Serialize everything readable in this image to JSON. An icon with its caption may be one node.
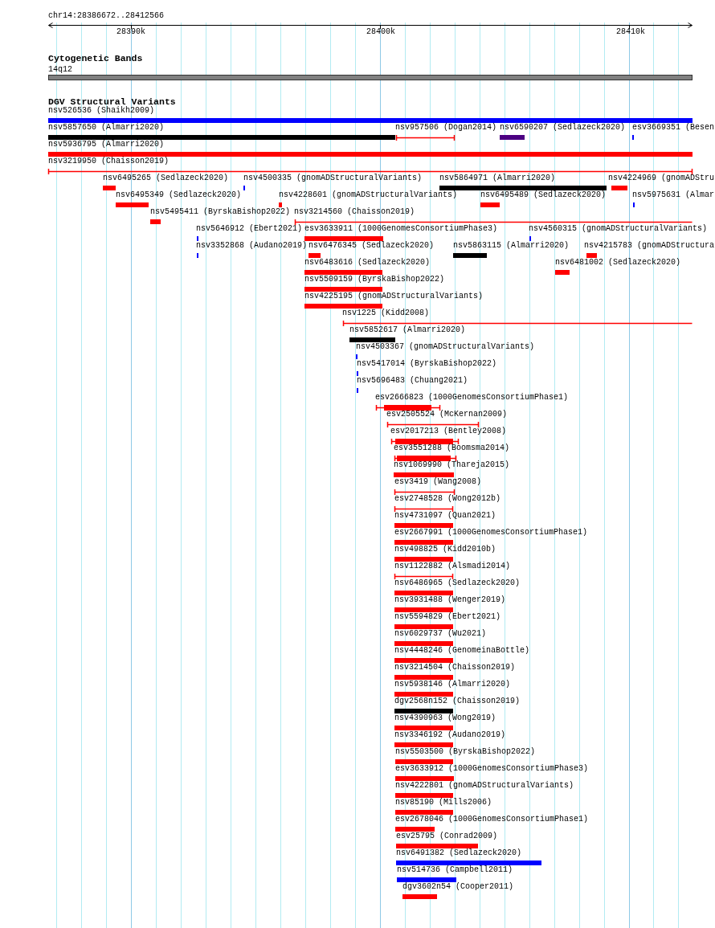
{
  "diagram": {
    "labels": [
      "chr14:28386672..28412566",
      "28390k",
      "28400k",
      "28410k",
      "Cytogenetic Bands",
      "14q12",
      "DGV Structural Variants",
      "nsv526536 (Shaikh2009)",
      "nsv5857650 (Almarri2020)",
      "nsv957506 (Dogan2014)",
      "nsv6590207 (Sedlazeck2020)",
      "esv3669351 (Besen",
      "nsv5936795 (Almarri2020)",
      "nsv3219950 (Chaisson2019)",
      "nsv6495265 (Sedlazeck2020)",
      "nsv4500335 (gnomADStructuralVariants)",
      "nsv5864971 (Almarri2020)",
      "nsv4224969 (gnomADStru",
      "nsv6495349 (Sedlazeck2020)",
      "nsv4228601 (gnomADStructuralVariants)",
      "nsv6495489 (Sedlazeck2020)",
      "nsv5975631 (Almar",
      "nsv5495411 (ByrskaBishop2022)",
      "nsv3214560 (Chaisson2019)",
      "nsv5646912 (Ebert2021)",
      "esv3633911 (1000GenomesConsortiumPhase3)",
      "nsv4560315 (gnomADStructuralVariants)",
      "nsv3352868 (Audano2019)",
      "nsv6476345 (Sedlazeck2020)",
      "nsv5863115 (Almarri2020)",
      "nsv4215783 (gnomADStructura",
      "nsv6483616 (Sedlazeck2020)",
      "nsv6481002 (Sedlazeck2020)",
      "nsv5509159 (ByrskaBishop2022)",
      "nsv4225195 (gnomADStructuralVariants)",
      "nsv1225 (Kidd2008)",
      "nsv5852617 (Almarri2020)",
      "nsv4503367 (gnomADStructuralVariants)",
      "nsv5417014 (ByrskaBishop2022)",
      "nsv5696483 (Chuang2021)",
      "esv2666823 (1000GenomesConsortiumPhase1)",
      "esv2505524 (McKernan2009)",
      "esv2017213 (Bentley2008)",
      "esv3551288 (Boomsma2014)",
      "nsv1069990 (Thareja2015)",
      "esv3419 (Wang2008)",
      "esv2748528 (Wong2012b)",
      "nsv4731097 (Quan2021)",
      "esv2667991 (1000GenomesConsortiumPhase1)",
      "nsv498825 (Kidd2010b)",
      "nsv1122882 (Alsmadi2014)",
      "nsv6486965 (Sedlazeck2020)",
      "nsv3931488 (Wenger2019)",
      "nsv5594829 (Ebert2021)",
      "nsv6029737 (Wu2021)",
      "nsv4448246 (GenomeinaBottle)",
      "nsv3214504 (Chaisson2019)",
      "nsv5938146 (Almarri2020)",
      "dgv2568n152 (Chaisson2019)",
      "nsv4390963 (Wong2019)",
      "nsv3346192 (Audano2019)",
      "nsv5503500 (ByrskaBishop2022)",
      "esv3633912 (1000GenomesConsortiumPhase3)",
      "nsv4222801 (gnomADStructuralVariants)",
      "nsv85190 (Mills2006)",
      "esv2678046 (1000GenomesConsortiumPhase1)",
      "esv25795 (Conrad2009)",
      "nsv6491382 (Sedlazeck2020)",
      "nsv514736 (Campbell2011)",
      "dgv3602n54 (Cooper2011)"
    ]
  }
}
